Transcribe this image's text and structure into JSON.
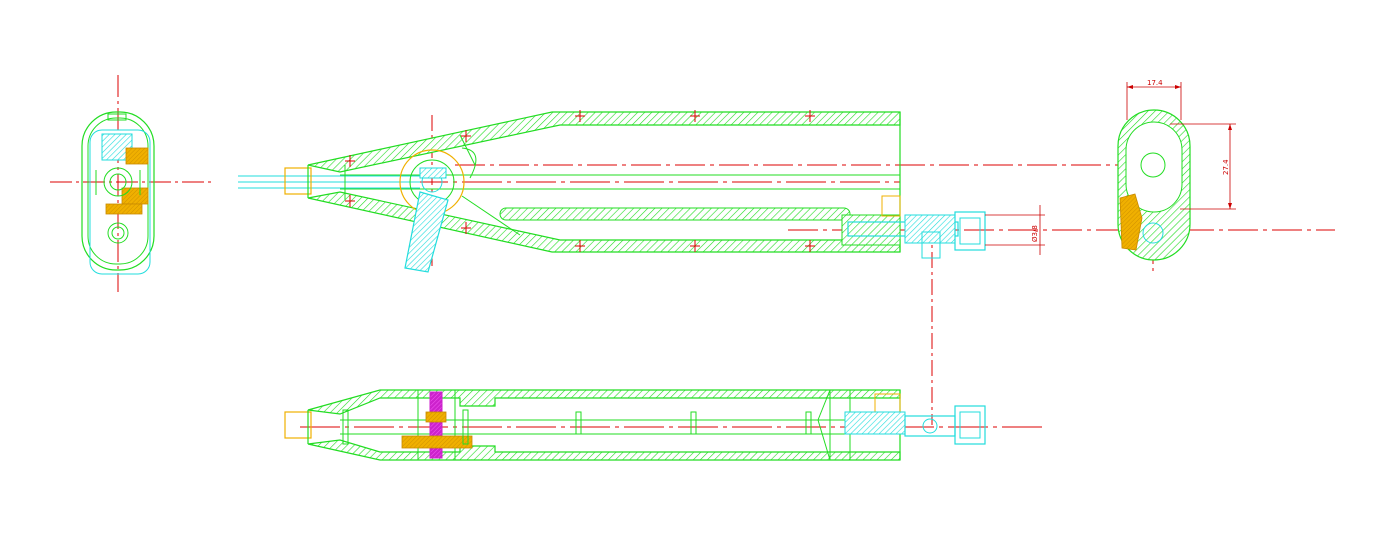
{
  "drawing": {
    "colors": {
      "background": "#ffffff",
      "body": "#22dd22",
      "centerline": "#dd0000",
      "nozzle": "#22dddd",
      "fitting": "#f0b000",
      "pin": "#cc22cc",
      "dimension": "#cc0000"
    },
    "dimensions": {
      "width_label": "17.4",
      "height_label": "27.4",
      "diameter_label": "Ø3/8"
    },
    "views": [
      "end-view-left",
      "side-section-view",
      "bottom-view",
      "end-view-right"
    ]
  }
}
